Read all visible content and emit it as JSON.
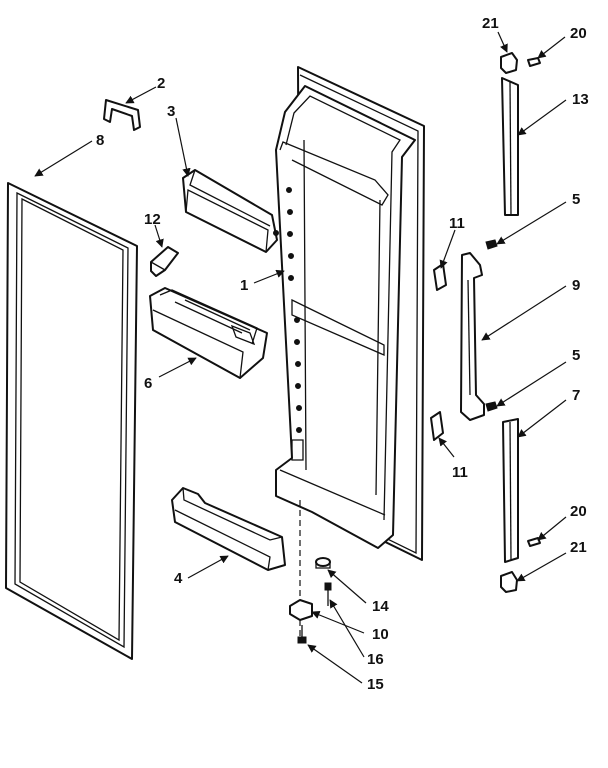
{
  "diagram": {
    "colors": {
      "ink": "#111111",
      "background": "#ffffff"
    },
    "callouts": [
      {
        "id": "c1",
        "label": "1"
      },
      {
        "id": "c2",
        "label": "2"
      },
      {
        "id": "c3",
        "label": "3"
      },
      {
        "id": "c4",
        "label": "4"
      },
      {
        "id": "c5a",
        "label": "5"
      },
      {
        "id": "c5b",
        "label": "5"
      },
      {
        "id": "c6",
        "label": "6"
      },
      {
        "id": "c7",
        "label": "7"
      },
      {
        "id": "c8",
        "label": "8"
      },
      {
        "id": "c9",
        "label": "9"
      },
      {
        "id": "c10",
        "label": "10"
      },
      {
        "id": "c11a",
        "label": "11"
      },
      {
        "id": "c11b",
        "label": "11"
      },
      {
        "id": "c12",
        "label": "12"
      },
      {
        "id": "c13",
        "label": "13"
      },
      {
        "id": "c14",
        "label": "14"
      },
      {
        "id": "c15",
        "label": "15"
      },
      {
        "id": "c16",
        "label": "16"
      },
      {
        "id": "c20a",
        "label": "20"
      },
      {
        "id": "c20b",
        "label": "20"
      },
      {
        "id": "c21a",
        "label": "21"
      },
      {
        "id": "c21b",
        "label": "21"
      }
    ]
  }
}
